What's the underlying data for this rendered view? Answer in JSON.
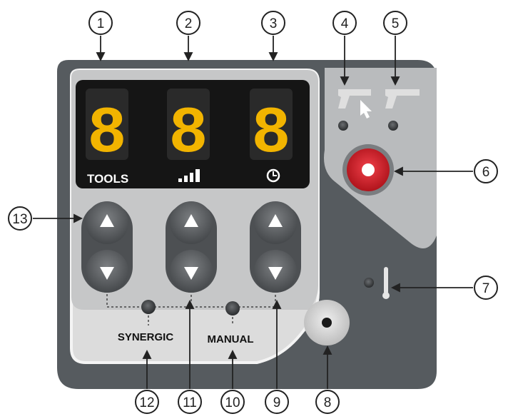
{
  "callouts": {
    "c1": "1",
    "c2": "2",
    "c3": "3",
    "c4": "4",
    "c5": "5",
    "c6": "6",
    "c7": "7",
    "c8": "8",
    "c9": "9",
    "c10": "10",
    "c11": "11",
    "c12": "12",
    "c13": "13"
  },
  "displays": {
    "digit1": "8",
    "digit2": "8",
    "digit3": "8",
    "tools_label": "TOOLS"
  },
  "mode_labels": {
    "synergic": "SYNERGIC",
    "manual": "MANUAL"
  },
  "icons": {
    "signal": "signal-strength-icon",
    "clock": "clock-icon",
    "torch_with_arrow": "torch-cursor-icon",
    "torch": "torch-icon",
    "thermometer": "thermometer-icon",
    "arrow_up": "arrow-up-icon",
    "arrow_down": "arrow-down-icon"
  },
  "colors": {
    "panel_dark": "#555a5e",
    "panel_light": "#c9cacb",
    "display_bg": "#141414",
    "digit_on": "#f2b400",
    "digit_off": "#3a3320",
    "red_button": "#d8202a"
  }
}
